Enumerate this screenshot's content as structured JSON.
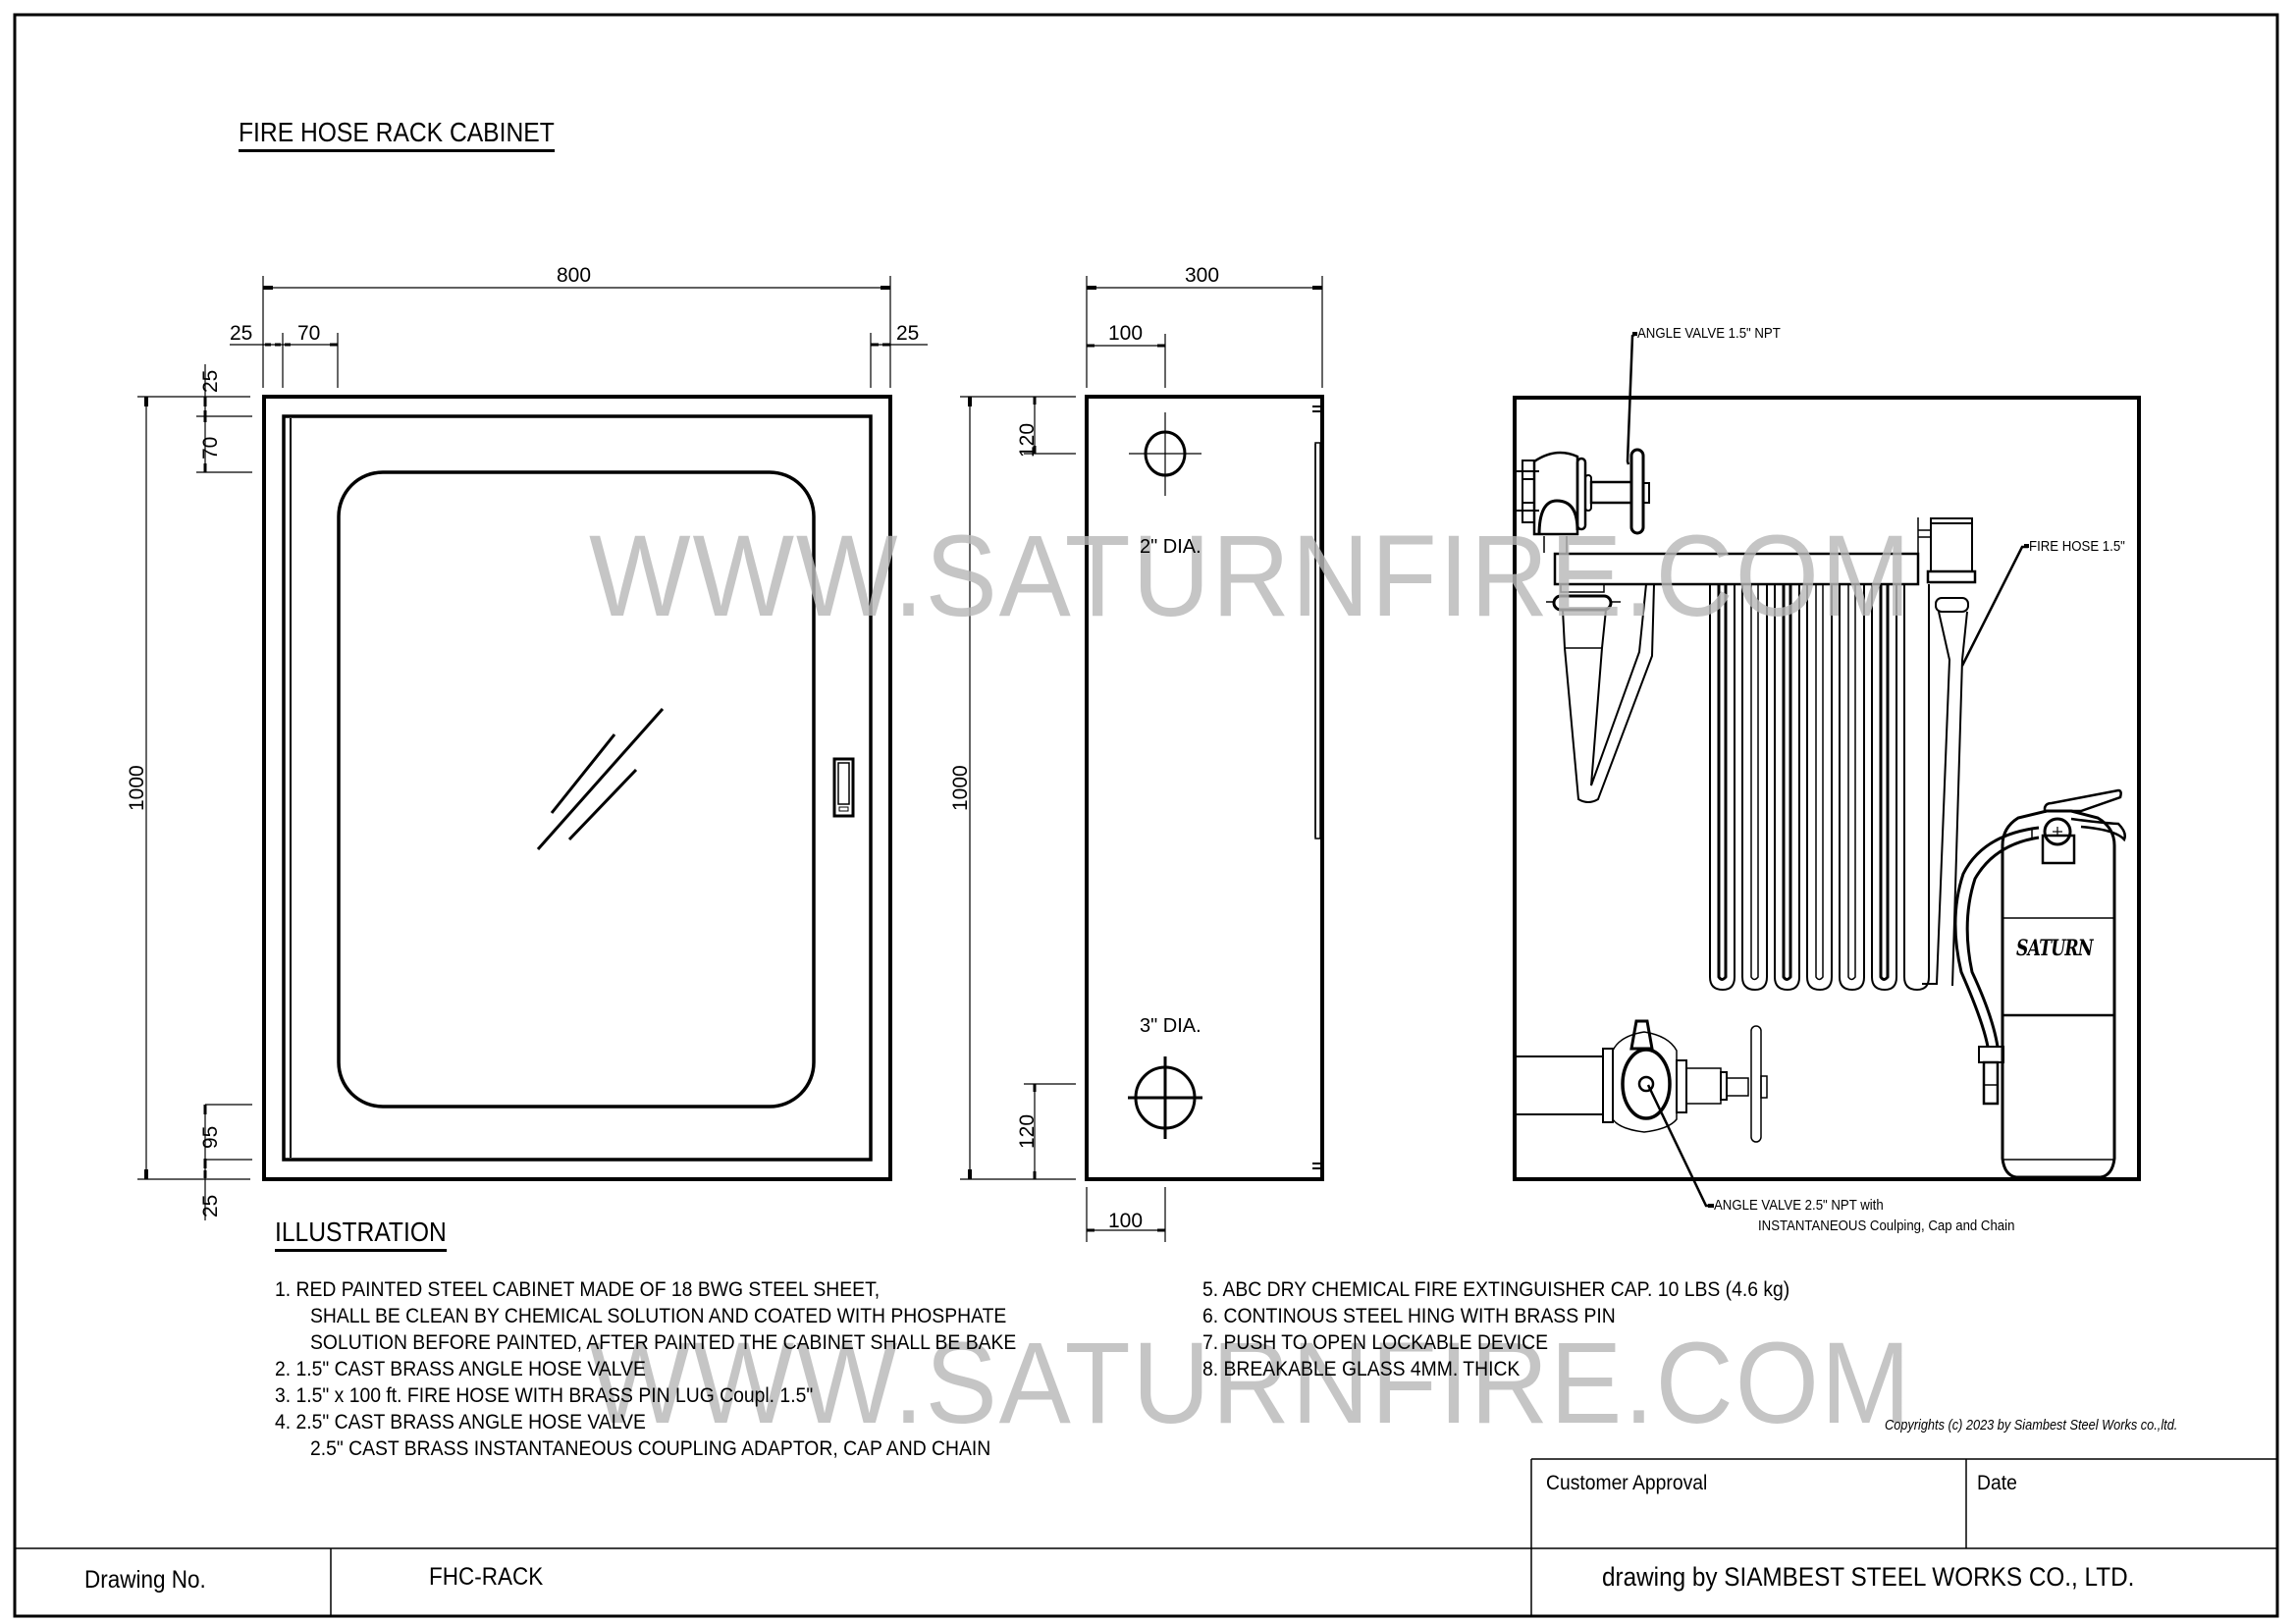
{
  "drawing": {
    "title": "FIRE HOSE RACK CABINET",
    "watermark": "WWW.SATURNFIRE.COM",
    "front_view": {
      "width_total": "800",
      "left_offset_1": "25",
      "left_offset_2": "70",
      "right_offset": "25",
      "height_total": "1000",
      "top_offset_1": "25",
      "top_offset_2": "70",
      "bottom_offset_1": "95",
      "bottom_offset_2": "25"
    },
    "side_view": {
      "depth_total": "300",
      "top_hole_offset_x": "100",
      "bottom_hole_offset_x": "100",
      "height_total": "1000",
      "top_hole_offset_y": "120",
      "bottom_hole_offset_y": "120",
      "top_hole_label": "2\" DIA.",
      "bottom_hole_label": "3\" DIA."
    },
    "illustration_view": {
      "callout_angle_valve_small": "ANGLE VALVE 1.5\" NPT",
      "callout_fire_hose": "FIRE HOSE 1.5\"",
      "callout_angle_valve_large_line1": "ANGLE VALVE 2.5\" NPT with",
      "callout_angle_valve_large_line2": "INSTANTANEOUS Coulping, Cap and Chain",
      "extinguisher_brand": "SATURN"
    }
  },
  "illustration": {
    "heading": "ILLUSTRATION",
    "notes_left": [
      {
        "text": "1. RED PAINTED STEEL CABINET MADE OF 18 BWG STEEL SHEET,",
        "indent": false
      },
      {
        "text": "SHALL BE CLEAN BY CHEMICAL SOLUTION AND COATED WITH PHOSPHATE",
        "indent": true
      },
      {
        "text": "SOLUTION BEFORE PAINTED, AFTER PAINTED THE CABINET SHALL BE BAKE",
        "indent": true
      },
      {
        "text": "2. 1.5\" CAST BRASS ANGLE HOSE VALVE",
        "indent": false
      },
      {
        "text": "3. 1.5\" x 100 ft. FIRE HOSE WITH BRASS PIN LUG Coupl. 1.5\"",
        "indent": false
      },
      {
        "text": "4. 2.5\" CAST BRASS ANGLE HOSE VALVE",
        "indent": false
      },
      {
        "text": "2.5\" CAST BRASS INSTANTANEOUS COUPLING ADAPTOR, CAP AND CHAIN",
        "indent": true
      }
    ],
    "notes_right": [
      {
        "text": "5. ABC DRY CHEMICAL FIRE EXTINGUISHER CAP. 10 LBS (4.6 kg)"
      },
      {
        "text": "6. CONTINOUS STEEL HING WITH BRASS PIN"
      },
      {
        "text": "7. PUSH TO OPEN LOCKABLE DEVICE"
      },
      {
        "text": "8. BREAKABLE GLASS 4MM. THICK"
      }
    ]
  },
  "copyright": "Copyrights (c) 2023 by Siambest Steel Works co.,ltd.",
  "title_block": {
    "customer_approval_label": "Customer Approval",
    "date_label": "Date",
    "drawing_no_label": "Drawing No.",
    "drawing_no_value": "FHC-RACK",
    "drawn_by": "drawing by SIAMBEST STEEL WORKS CO., LTD."
  },
  "colors": {
    "line": "#000000",
    "watermark": "#b9b9b9",
    "background": "#ffffff"
  }
}
